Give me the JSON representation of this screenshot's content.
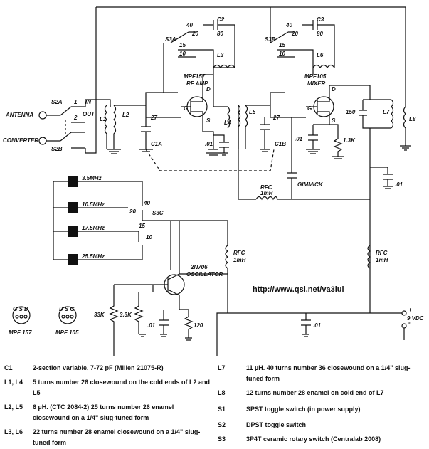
{
  "labels": {
    "antenna": "ANTENNA",
    "converter": "CONVERTER",
    "s2a": "S2A",
    "s2b": "S2B",
    "in": "IN",
    "out": "OUT",
    "sw1": "1",
    "sw2": "2",
    "s3a": "S3A",
    "s3b": "S3B",
    "s3c": "S3C",
    "b40": "40",
    "b20": "20",
    "b15": "15",
    "b10": "10",
    "c2": "C2",
    "c2v": "80",
    "c3": "C3",
    "c3v": "80",
    "l3": "L3",
    "l6": "L6",
    "q1": "MPF157",
    "q1role": "RF AMP",
    "q2": "MPF105",
    "q2role": "MIXER",
    "g": "G",
    "d": "D",
    "s": "S",
    "l1": "L1",
    "l2": "L2",
    "l4": "L4",
    "l5": "L5",
    "l7": "L7",
    "l8": "L8",
    "c27a": "27",
    "c27b": "27",
    "c150": "150",
    "c1a": "C1A",
    "c1b": "C1B",
    "c01a": ".01",
    "c01b": ".01",
    "c01c": ".01",
    "c01d": ".01",
    "c01e": ".01",
    "r13k": "1.3K",
    "rfc1": "RFC",
    "rfc1v": "1mH",
    "rfc2": "RFC",
    "rfc2v": "1mH",
    "rfc3": "RFC",
    "rfc3v": "1mH",
    "gimmick": "GIMMICK",
    "x1": "3.5MHz",
    "x2": "10.5MHz",
    "x3": "17.5MHz",
    "x4": "25.5MHz",
    "q3": "2N706",
    "q3role": "OSCILLATOR",
    "r33k": "33K",
    "r33k2": "3.3K",
    "r120": "120",
    "url": "http://www.qsl.net/va3iul",
    "plus": "+",
    "minus": "-",
    "supply": "9 VDC",
    "gsd": "G S D",
    "dsg": "D S G",
    "mpf157b": "MPF 157",
    "mpf105b": "MPF 105"
  },
  "parts_list": [
    {
      "ref": "C1",
      "desc": "2-section variable, 7-72 pF (Millen 21075-R)"
    },
    {
      "ref": "L1, L4",
      "desc": "5 turns number 26 closewound on the cold ends of L2 and L5"
    },
    {
      "ref": "L2, L5",
      "desc": "6 µH. (CTC 2084-2) 25 turns number 26 enamel closewound on a 1/4\" slug-tuned form"
    },
    {
      "ref": "L3, L6",
      "desc": "22 turns number 28 enamel closewound on a 1/4\" slug-tuned form"
    },
    {
      "ref": "L7",
      "desc": "11 µH. 40 turns number 36 closewound on a 1/4\" slug-tuned form"
    },
    {
      "ref": "L8",
      "desc": "12 turns number 28 enamel on cold end of L7"
    },
    {
      "ref": "S1",
      "desc": "SPST toggle switch (in power supply)"
    },
    {
      "ref": "S2",
      "desc": "DPST toggle switch"
    },
    {
      "ref": "S3",
      "desc": "3P4T ceramic rotary switch (Centralab 2008)"
    }
  ]
}
